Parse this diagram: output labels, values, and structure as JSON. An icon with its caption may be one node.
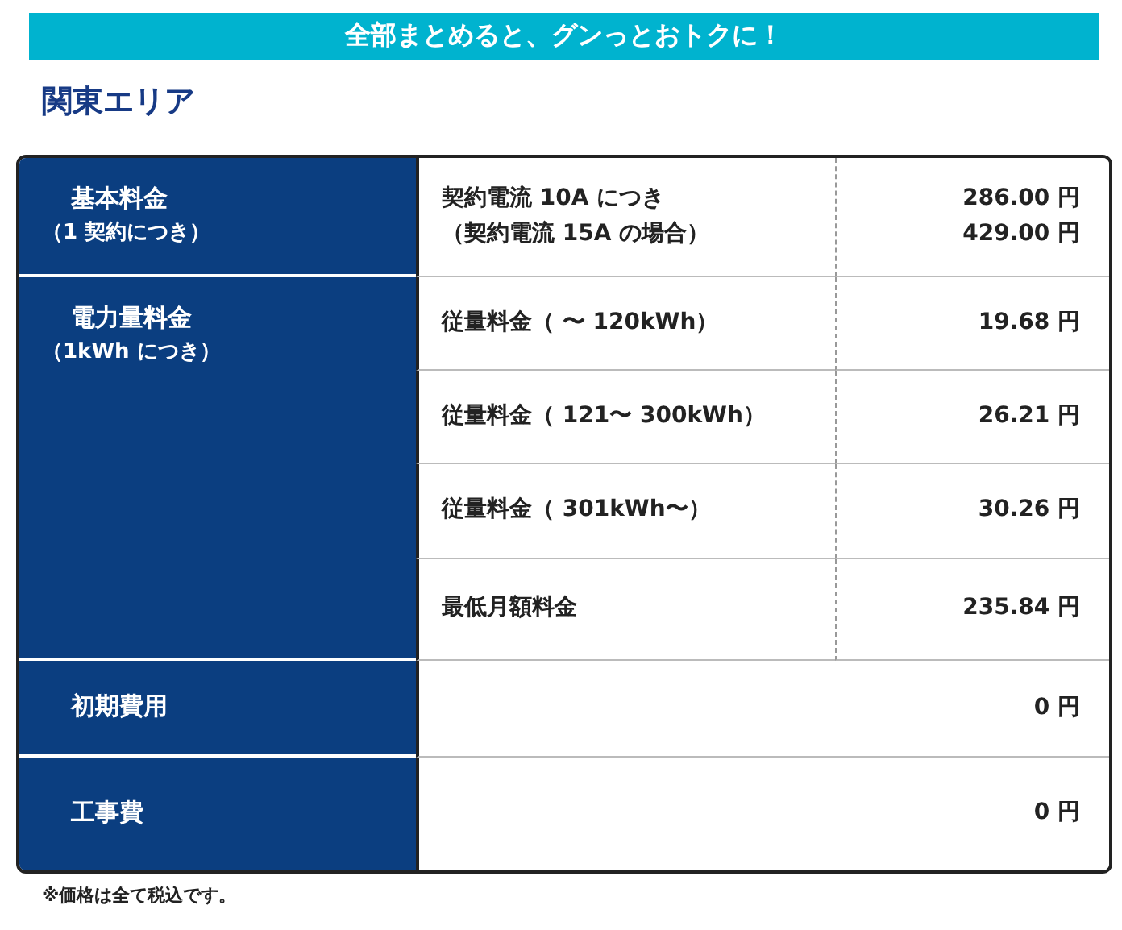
{
  "diagram": {
    "title": "全部まとめると、グンっとおトクに！",
    "labels": [
      "関東エリア",
      "基本料金",
      "（1 契約につき）",
      "契約電流 10A につき",
      "（契約電流 15A の場合）",
      "286.00 円",
      "429.00 円",
      "電力量料金",
      "（1kWh につき）",
      "従量料金（ 〜 120kWh）",
      "19.68 円",
      "従量料金（ 121〜 300kWh）",
      "26.21 円",
      "従量料金（ 301kWh〜）",
      "30.26 円",
      "最低月額料金",
      "235.84 円",
      "初期費用",
      "0 円",
      "工事費",
      "0 円",
      "※価格は全て税込です。"
    ]
  }
}
